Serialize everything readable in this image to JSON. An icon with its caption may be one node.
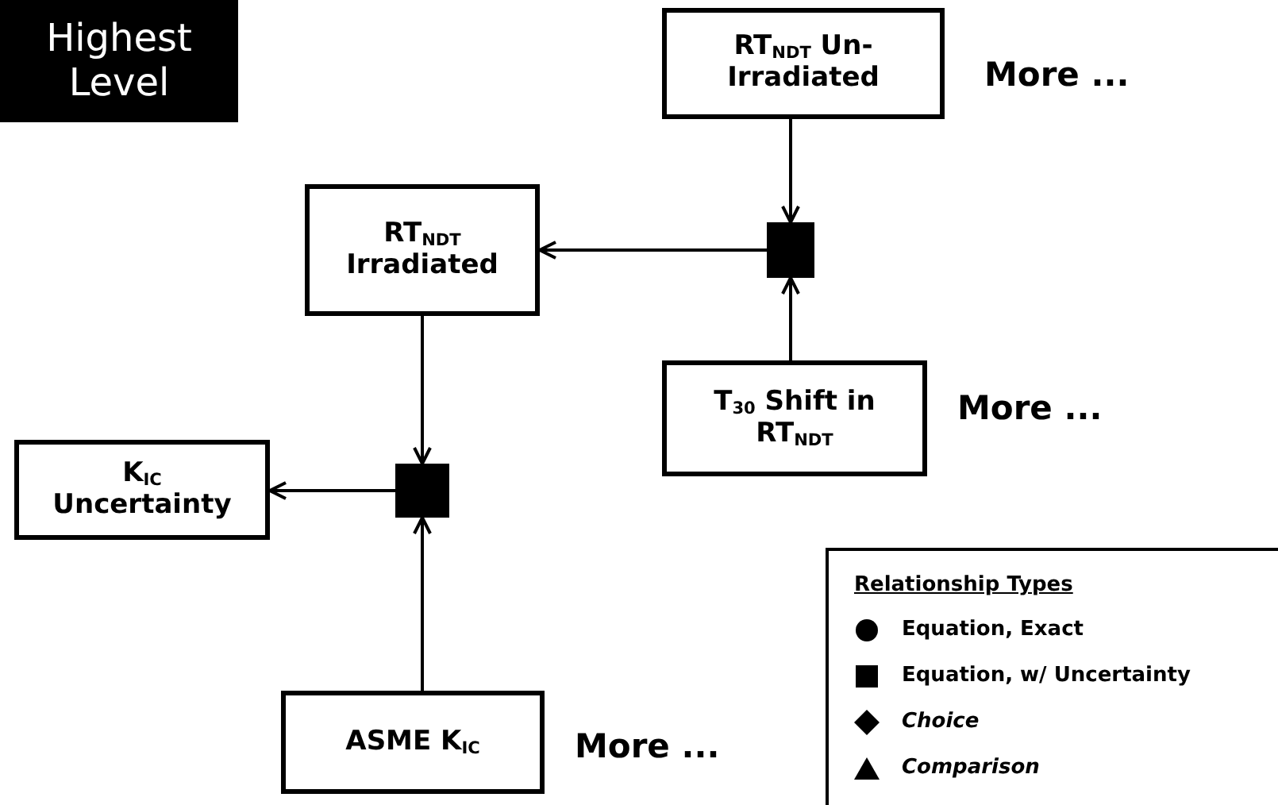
{
  "diagram": {
    "nodes": [
      {
        "text": [
          "Highest Level"
        ]
      },
      {
        "text": [
          "RT$_{NDT}$ Un-Irradiated"
        ],
        "beside": [
          "More ..."
        ]
      },
      {
        "text": [
          "RT$_{NDT}$ Irradiated"
        ]
      },
      {
        "text": [],
        "shape": "box"
      },
      {
        "text": [
          "T$_{30}$ Shift in RT$_{NDT}$"
        ],
        "beside": [
          "More ..."
        ]
      },
      {
        "text": [
          "K$_{IC}$ Uncertainty"
        ]
      },
      {
        "text": [],
        "shape": "box"
      },
      {
        "text": [
          "ASME K$_{IC}$"
        ],
        "beside": [
          "More ..."
        ]
      }
    ],
    "edges": [
      {
        "from": 1,
        "to": 3,
        "arrow": "to"
      },
      {
        "from": 4,
        "to": 3,
        "arrow": "to"
      },
      {
        "from": 3,
        "to": 2,
        "arrow": "to"
      },
      {
        "from": 2,
        "to": 6,
        "arrow": "to"
      },
      {
        "from": 7,
        "to": 6,
        "arrow": "to"
      },
      {
        "from": 6,
        "to": 5,
        "arrow": "to"
      }
    ],
    "labels": [
      "Relationship Types"
    ],
    "legend": [
      {
        "text": "Equation, Exact"
      },
      {
        "text": "Equation, w/ Uncertainty"
      },
      {
        "text": "Choice"
      },
      {
        "text": "Comparison"
      }
    ]
  }
}
